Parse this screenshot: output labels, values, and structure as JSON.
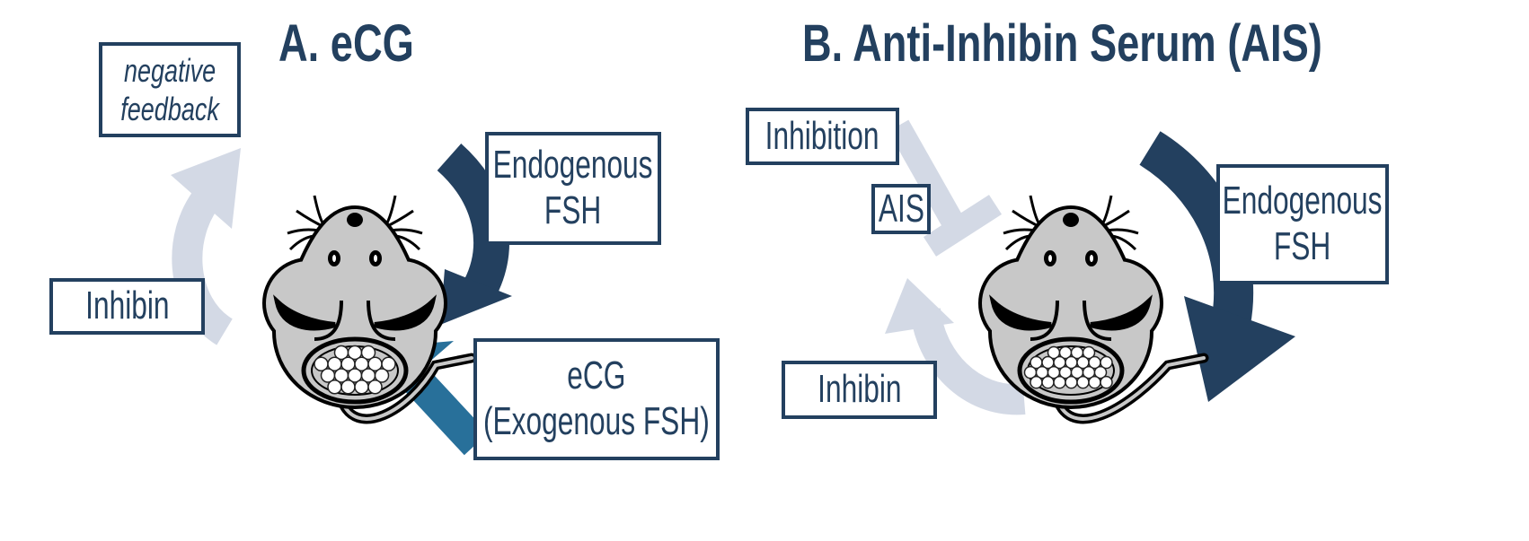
{
  "panel_a": {
    "title": "A. eCG",
    "negative_feedback": [
      "negative",
      "feedback"
    ],
    "endogenous_fsh": [
      "Endogenous",
      "FSH"
    ],
    "inhibin": "Inhibin",
    "ecg": [
      "eCG",
      "(Exogenous FSH)"
    ]
  },
  "panel_b": {
    "title": "B. Anti-Inhibin Serum (AIS)",
    "inhibition": "Inhibition",
    "ais": "AIS",
    "endogenous_fsh": [
      "Endogenous",
      "FSH"
    ],
    "inhibin": "Inhibin"
  },
  "colors": {
    "dark": "#23405f",
    "light": "#d3d9e5",
    "teal": "#28709a",
    "mouse": "#c8c8c8"
  }
}
